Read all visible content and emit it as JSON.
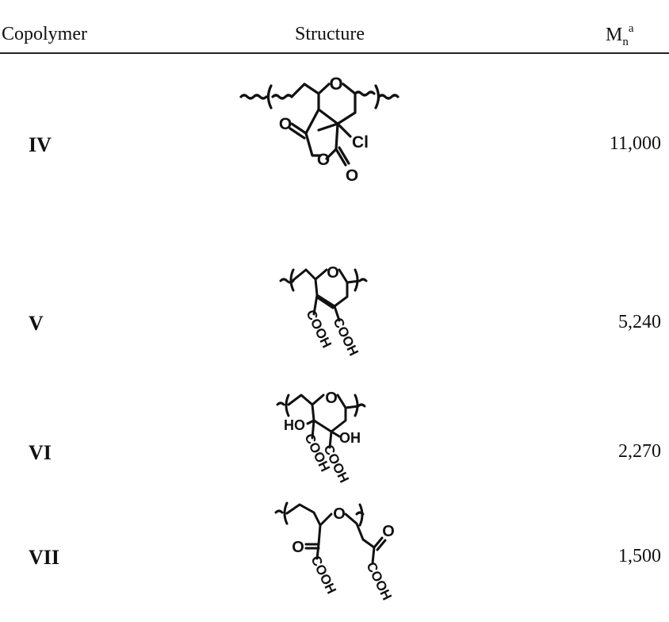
{
  "table": {
    "headers": {
      "copolymer": "Copolymer",
      "structure": "Structure",
      "mn_main": "M",
      "mn_sub": "n",
      "mn_sup": "a"
    },
    "rows": [
      {
        "name": "IV",
        "mn": "11,000",
        "structure_labels": {
          "oxygen": "O",
          "chloro": "Cl",
          "carbonyl_left": "O",
          "ring_oxygen": "O",
          "carbonyl_right": "O"
        }
      },
      {
        "name": "V",
        "mn": "5,240",
        "structure_labels": {
          "oxygen": "O",
          "acid_left": "COOH",
          "acid_right": "COOH"
        }
      },
      {
        "name": "VI",
        "mn": "2,270",
        "structure_labels": {
          "oxygen": "O",
          "hydroxyl_left": "HO",
          "hydroxyl_right": "OH",
          "acid_left": "COOH",
          "acid_right": "COOH"
        }
      },
      {
        "name": "VII",
        "mn": "1,500",
        "structure_labels": {
          "oxygen": "O",
          "keto_left": "O",
          "keto_right": "O",
          "acid_left": "COOH",
          "acid_right": "COOH"
        }
      }
    ]
  }
}
